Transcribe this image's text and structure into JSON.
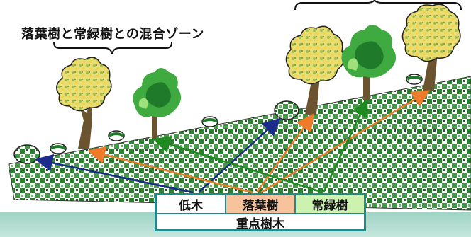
{
  "zone_label": "落葉樹と常緑樹との混合ゾーン",
  "legend": {
    "low_tree": "低木",
    "deciduous": "落葉樹",
    "evergreen": "常緑樹",
    "title": "重点樹木"
  },
  "colors": {
    "low_tree_arrow": "#1c2a8c",
    "deciduous_arrow": "#f07a2a",
    "evergreen_arrow": "#1f8a1f",
    "frame": "#1f8a8a",
    "deciduous_cell": "#f7c29c",
    "evergreen_cell": "#cdf2b0",
    "slope": "#2e7d32"
  }
}
